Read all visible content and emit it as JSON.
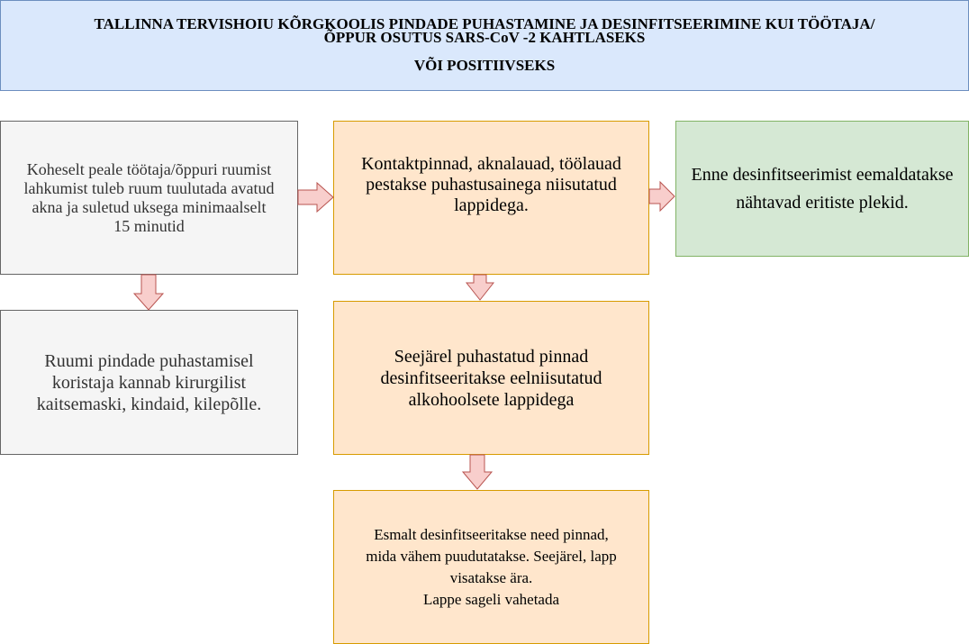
{
  "colors": {
    "header_fill": "#dae8fc",
    "header_stroke": "#6c8ebf",
    "gray_fill": "#f5f5f5",
    "gray_stroke": "#666666",
    "orange_fill": "#ffe6cc",
    "orange_stroke": "#d79b00",
    "green_fill": "#d5e8d4",
    "green_stroke": "#82b366",
    "arrow_fill": "#f8cecc",
    "arrow_stroke": "#b85450"
  },
  "header": {
    "title_line1": "TALLINNA TERVISHOIU KÕRGKOOLIS PINDADE PUHASTAMINE JA DESINFITSEERIMINE  KUI TÖÖTAJA/",
    "title_line2": "ÕPPUR OSUTUS SARS-CoV -2 KAHTLASEKS",
    "title_line3": "VÕI POSITIIVSEKS"
  },
  "boxes": {
    "ventilate": "Koheselt peale töötaja/õppuri ruumist\nlahkumist tuleb ruum tuulutada avatud\nakna ja suletud uksega minimaalselt\n15 minutid",
    "protection": "Ruumi pindade puhastamisel\nkoristaja kannab kirurgilist\nkaitsemaski, kindaid, kilepõlle.",
    "wet_wipes": "Kontaktpinnad, aknalauad, töölauad\npestakse puhastusainega niisutatud\nlappidega.",
    "remove_stains": "Enne desinfitseerimist eemaldatakse\nnähtavad eritiste plekid.",
    "disinfect": "Seejärel puhastatud pinnad\ndesinfitseeritakse eelniisutatud\nalkohoolsete lappidega",
    "order": "Esmalt desinfitseeritakse need pinnad,\nmida vähem puudutatakse. Seejärel, lapp\nvisatakse ära.\nLappe sageli vahetada"
  },
  "icons": {
    "arrow_right": "arrow-right-icon",
    "arrow_down": "arrow-down-icon"
  }
}
